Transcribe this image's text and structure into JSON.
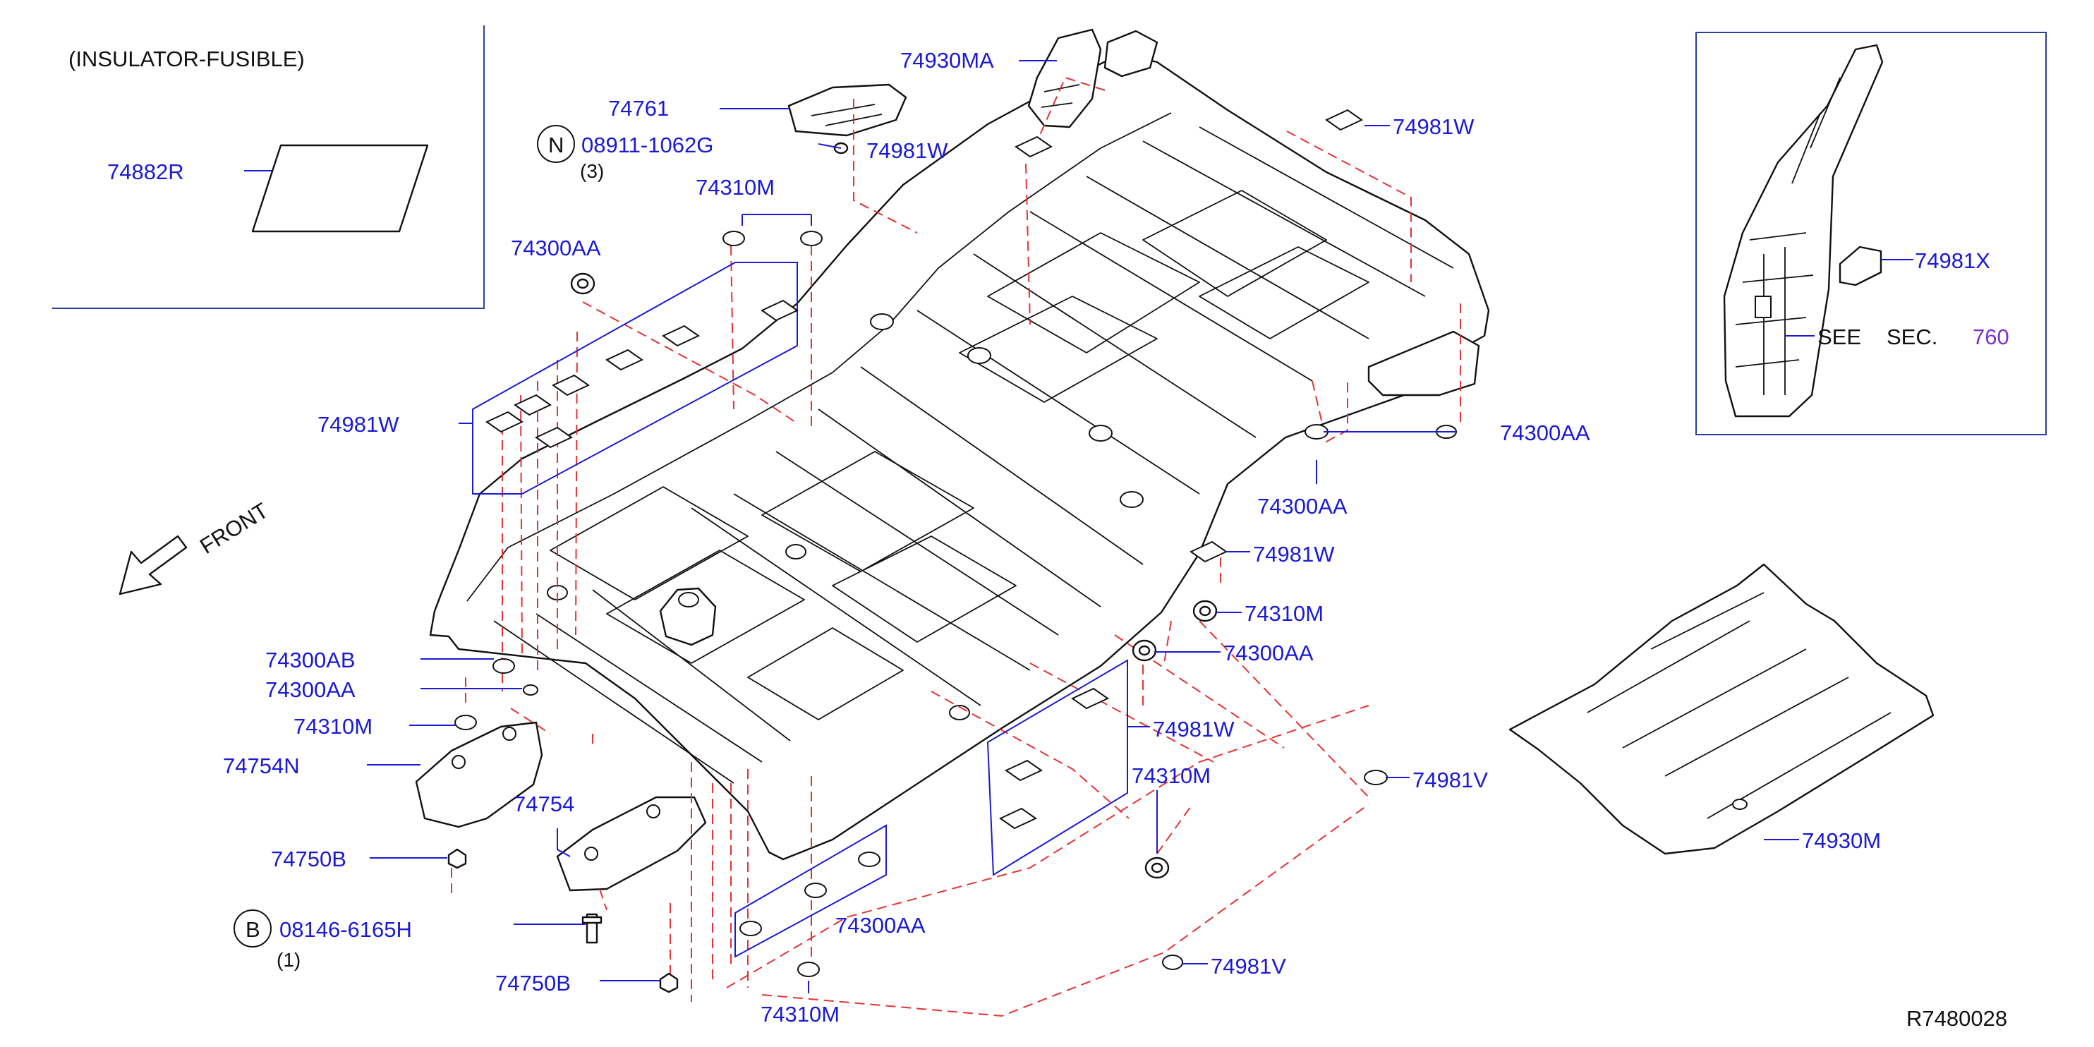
{
  "inset_left": {
    "title": "(INSULATOR-FUSIBLE)",
    "part": "74882R"
  },
  "inset_right": {
    "part": "74981X",
    "see": "SEE",
    "sec": "SEC.",
    "sec_num": "760"
  },
  "callouts": {
    "p74930MA": "74930MA",
    "p74761": "74761",
    "n_mark": "N",
    "p08911": "08911-1062G",
    "qty3": "(3)",
    "p74981W_top": "74981W",
    "p74310M_top": "74310M",
    "p74300AA_top": "74300AA",
    "p74981W_left": "74981W",
    "p74981W_topright": "74981W",
    "p74300AA_right1": "74300AA",
    "p74300AA_right2": "74300AA",
    "p74981W_mid": "74981W",
    "p74310M_mid": "74310M",
    "p74300AA_mid": "74300AA",
    "p74981W_lowmid": "74981W",
    "p74310M_lowmid": "74310M",
    "p74981V_1": "74981V",
    "p74981V_2": "74981V",
    "p74300AB": "74300AB",
    "p74300AA_left": "74300AA",
    "p74310M_left": "74310M",
    "p74754N": "74754N",
    "p74754": "74754",
    "p74750B_1": "74750B",
    "b_mark": "B",
    "p08146": "08146-6165H",
    "qty1": "(1)",
    "p74750B_2": "74750B",
    "p74300AA_bottom": "74300AA",
    "p74310M_bottom": "74310M",
    "p74930M": "74930M"
  },
  "front_label": "FRONT",
  "drawing_code": "R7480028",
  "colors": {
    "label": "#1a1ad6",
    "dashed_line": "#e53333",
    "frame": "#2a3f9e",
    "sec_number": "#7a32c8"
  }
}
